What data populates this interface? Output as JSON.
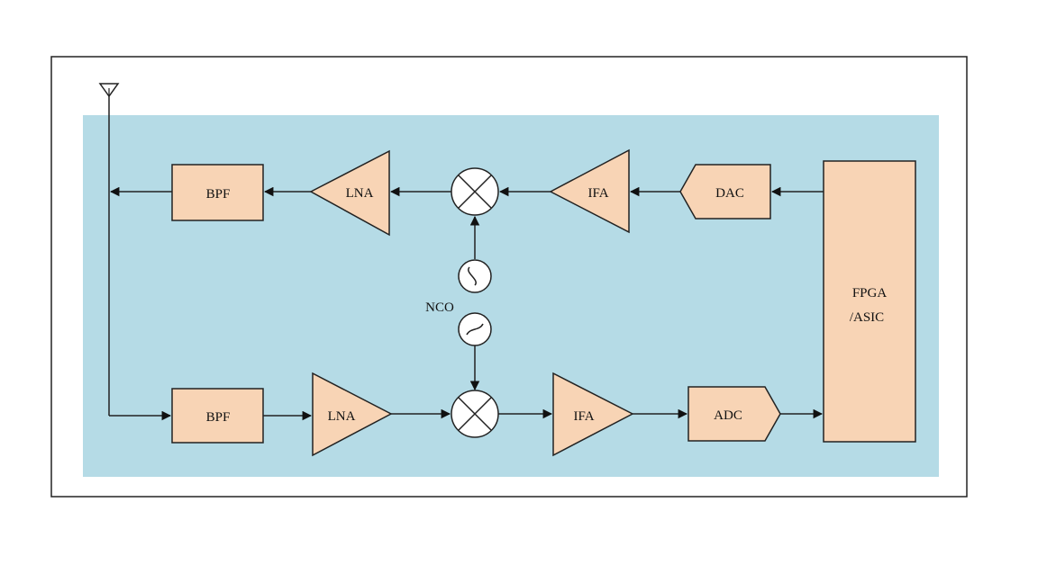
{
  "labels": {
    "tx_bpf": "BPF",
    "tx_lna": "LNA",
    "tx_ifa": "IFA",
    "dac": "DAC",
    "rx_bpf": "BPF",
    "rx_lna": "LNA",
    "rx_ifa": "IFA",
    "adc": "ADC",
    "fpga_line1": "FPGA",
    "fpga_line2": "/ASIC",
    "nco": "NCO"
  },
  "colors": {
    "background_panel": "#b5dbe6",
    "block_fill": "#f8d4b5",
    "stroke": "#222222"
  },
  "icons": [
    "antenna-icon",
    "mixer-icon",
    "oscillator-icon",
    "arrow-icon"
  ]
}
